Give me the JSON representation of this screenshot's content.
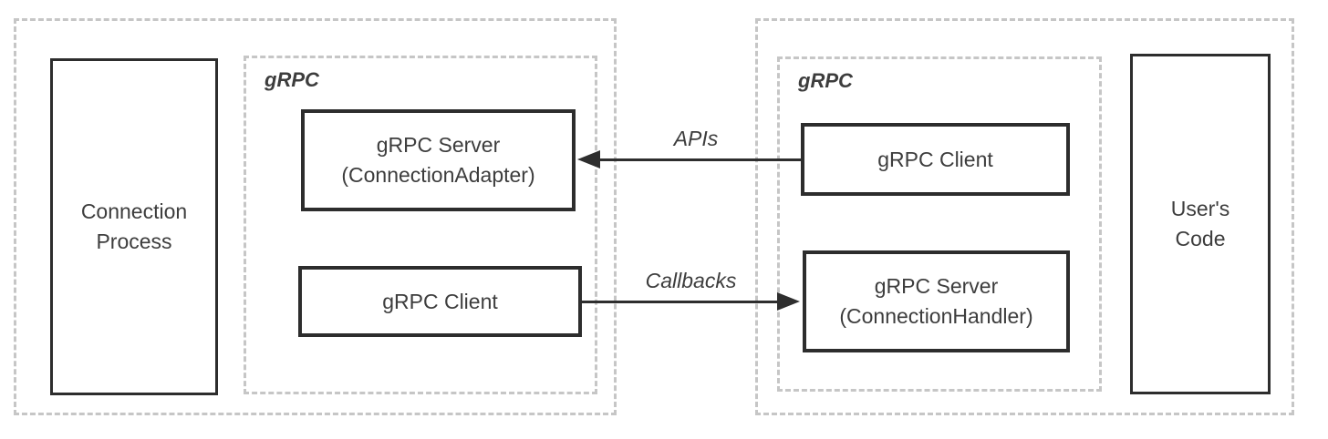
{
  "colors": {
    "solid_border": "#2d2d2d",
    "dashed_border": "#c6c6c6",
    "text": "#3d3d3d",
    "arrow": "#2e2e2e",
    "background": "#ffffff"
  },
  "left_group": {
    "process_box": {
      "label": "Connection\nProcess"
    },
    "grpc_container": {
      "label": "gRPC",
      "server_box": {
        "label": "gRPC Server\n(ConnectionAdapter)"
      },
      "client_box": {
        "label": "gRPC Client"
      }
    }
  },
  "right_group": {
    "grpc_container": {
      "label": "gRPC",
      "client_box": {
        "label": "gRPC Client"
      },
      "server_box": {
        "label": "gRPC Server\n(ConnectionHandler)"
      }
    },
    "users_code_box": {
      "label": "User's\nCode"
    }
  },
  "arrows": {
    "apis": {
      "label": "APIs",
      "direction": "left"
    },
    "callbacks": {
      "label": "Callbacks",
      "direction": "right"
    }
  }
}
